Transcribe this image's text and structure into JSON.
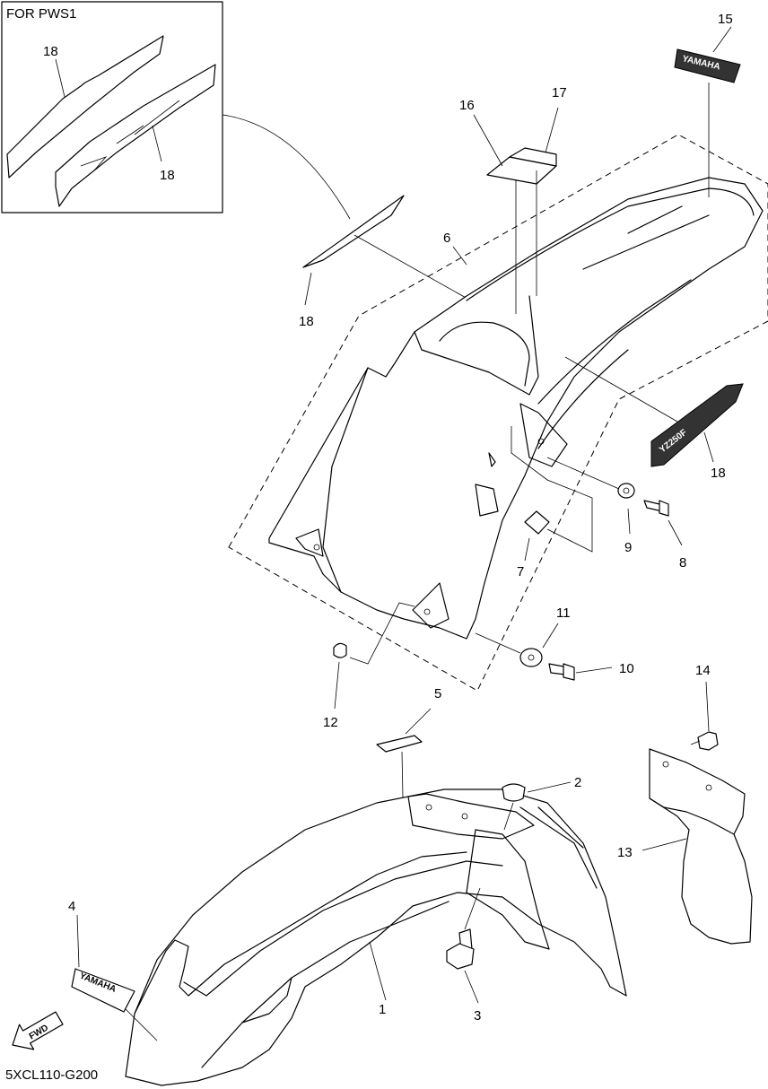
{
  "inset_title": "FOR PWS1",
  "diagram_code": "5XCL110-G200",
  "fwd_label": "FWD",
  "decal_brand": "YAMAHA",
  "decal_model": "YZ250F",
  "callouts": {
    "c1": "1",
    "c2": "2",
    "c3": "3",
    "c4": "4",
    "c5": "5",
    "c6": "6",
    "c7": "7",
    "c8": "8",
    "c9": "9",
    "c10": "10",
    "c11": "11",
    "c12": "12",
    "c13": "13",
    "c14": "14",
    "c15": "15",
    "c16": "16",
    "c17": "17",
    "c18a": "18",
    "c18b": "18",
    "c18c": "18",
    "c18d": "18"
  }
}
